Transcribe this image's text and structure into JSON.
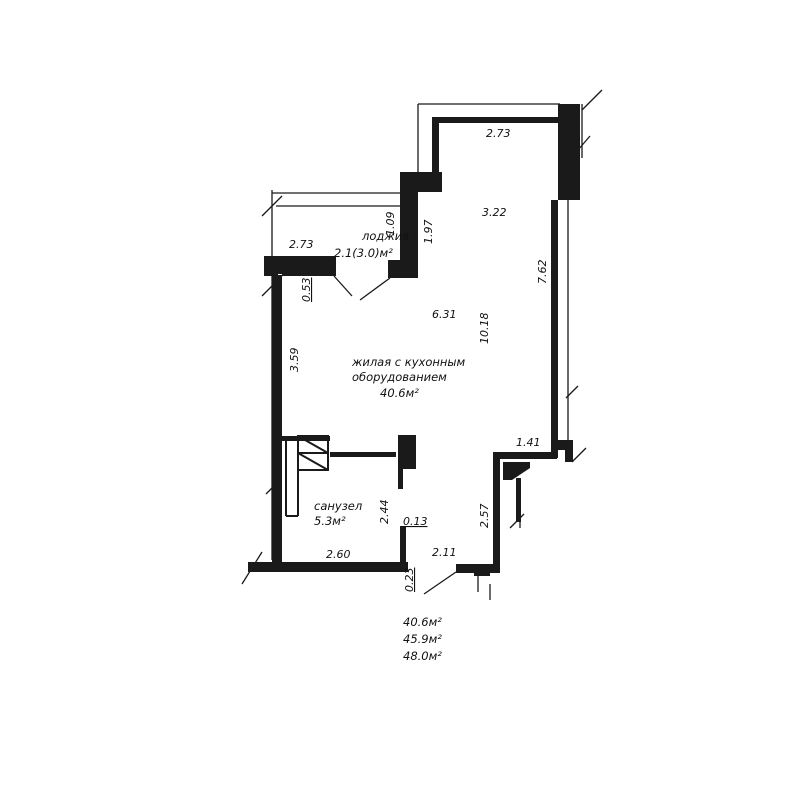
{
  "rooms": {
    "loggia": {
      "name": "лоджия",
      "area": "2.1(3.0)м²"
    },
    "living": {
      "line1": "жилая с кухонным",
      "line2": "оборудованием",
      "area": "40.6м²"
    },
    "bathroom": {
      "name": "санузел",
      "area": "5.3м²"
    }
  },
  "dimensions": {
    "top_width": "2.73",
    "upper_depth": "3.22",
    "right_upper_wall": "7.62",
    "loggia_width": "2.73",
    "loggia_depth": "1.09",
    "loggia_side": "1.97",
    "loggia_opening": "0.53",
    "living_depth": "6.31",
    "total_length": "10.18",
    "left_wall": "3.59",
    "right_step": "1.41",
    "bath_height": "2.44",
    "bath_width": "2.60",
    "bath_gap": "0.13",
    "right_lower": "2.57",
    "entrance": "2.11",
    "entrance_wall": "0.23"
  },
  "totals": [
    "40.6м²",
    "45.9м²",
    "48.0м²"
  ],
  "colors": {
    "wall": "#1a1a1a",
    "background": "#ffffff"
  }
}
